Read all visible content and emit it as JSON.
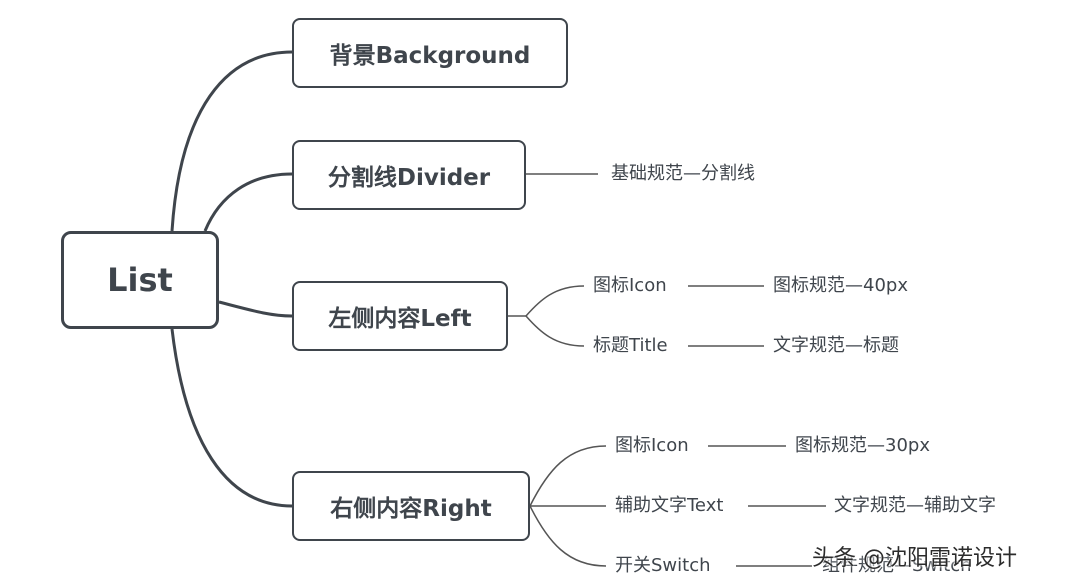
{
  "root": {
    "label": "List"
  },
  "branches": [
    {
      "label": "背景Background"
    },
    {
      "label": "分割线Divider",
      "children": [
        {
          "label": "基础规范—分割线"
        }
      ]
    },
    {
      "label": "左侧内容Left",
      "children": [
        {
          "label": "图标Icon",
          "detail": "图标规范—40px"
        },
        {
          "label": "标题Title",
          "detail": "文字规范—标题"
        }
      ]
    },
    {
      "label": "右侧内容Right",
      "children": [
        {
          "label": "图标Icon",
          "detail": "图标规范—30px"
        },
        {
          "label": "辅助文字Text",
          "detail": "文字规范—辅助文字"
        },
        {
          "label": "开关Switch",
          "detail": "组件规范—Switch"
        }
      ]
    }
  ],
  "watermark": "头条 @沈阳雷诺设计",
  "colors": {
    "node_border": "#3f454c",
    "connector": "#3f454c",
    "leaf_line": "#555555"
  }
}
